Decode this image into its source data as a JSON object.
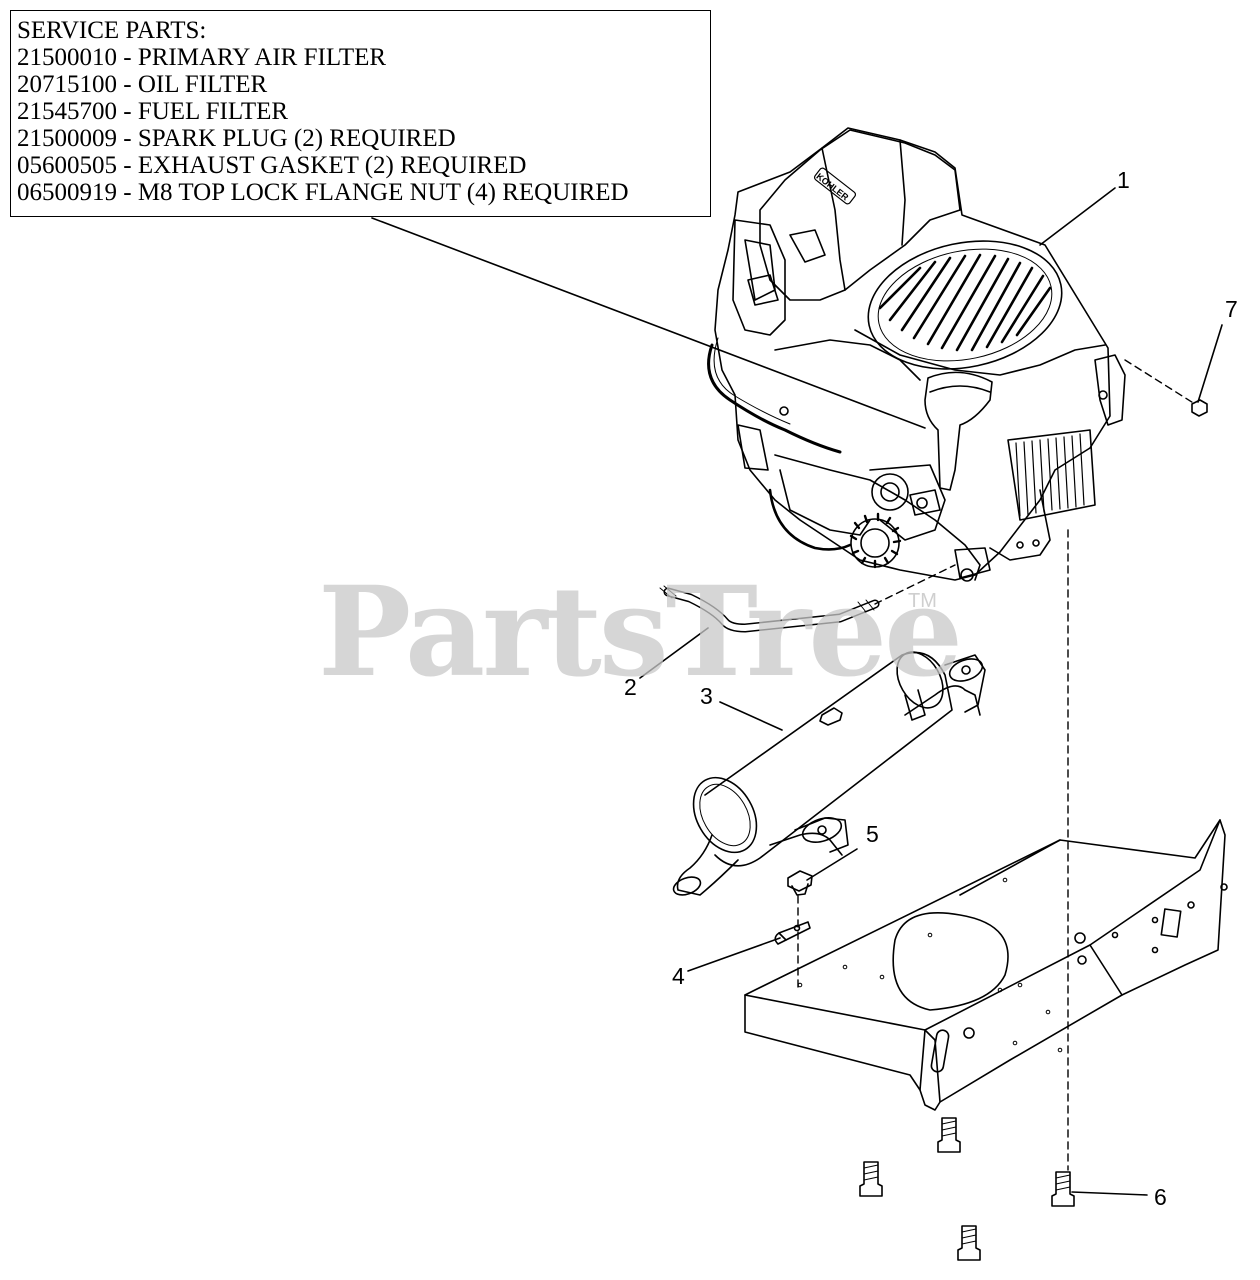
{
  "service_parts": {
    "title": "SERVICE PARTS:",
    "lines": [
      "21500010 - PRIMARY AIR FILTER",
      "20715100 - OIL FILTER",
      "21545700 - FUEL FILTER",
      "21500009 - SPARK PLUG (2) REQUIRED",
      "05600505 - EXHAUST GASKET (2) REQUIRED",
      "06500919 - M8 TOP LOCK FLANGE NUT (4) REQUIRED"
    ]
  },
  "engine_brand": "KOHLER",
  "watermark": {
    "text": "PartsTree",
    "tm": "TM"
  },
  "callouts": [
    "1",
    "2",
    "3",
    "4",
    "5",
    "6",
    "7"
  ],
  "colors": {
    "line": "#000000",
    "watermark": "#c9c9c9"
  }
}
